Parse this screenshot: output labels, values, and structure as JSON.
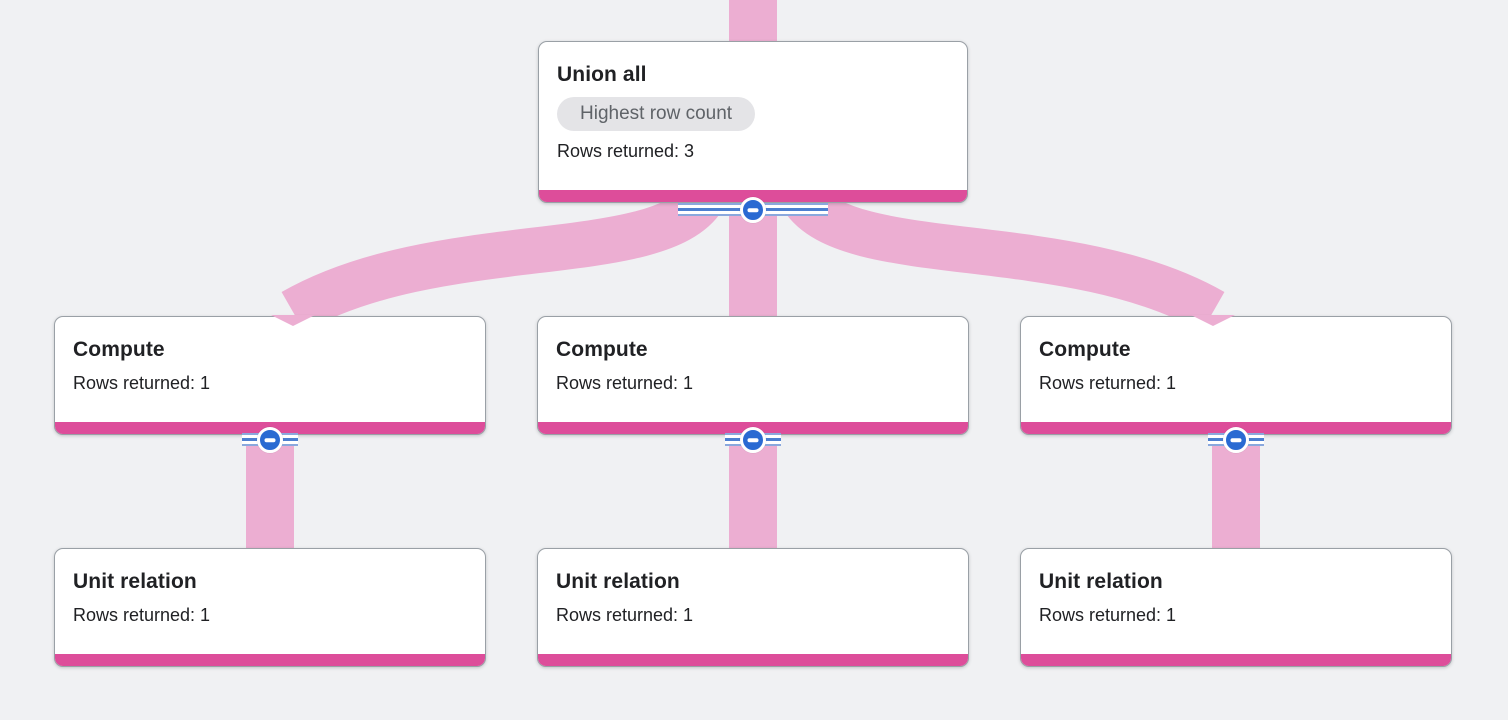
{
  "diagram": {
    "kind": "query-execution-plan-tree",
    "colors": {
      "canvas_bg": "#f0f1f3",
      "edge_pink": "#ecaed2",
      "bar_magenta": "#dd4d9a",
      "button_blue": "#2a6ad2",
      "stripe_blue": "#8aa8dd",
      "stripe_blue_dark": "#4d7fd0",
      "card_border": "#9aa0a6",
      "badge_bg": "#e4e4e7",
      "badge_text": "#5f6368",
      "title_text": "#202124"
    },
    "nodes": [
      {
        "id": "union-all",
        "title": "Union all",
        "badge": "Highest row count",
        "rows": "Rows returned: 3"
      },
      {
        "id": "compute-1",
        "title": "Compute",
        "rows": "Rows returned: 1"
      },
      {
        "id": "compute-2",
        "title": "Compute",
        "rows": "Rows returned: 1"
      },
      {
        "id": "compute-3",
        "title": "Compute",
        "rows": "Rows returned: 1"
      },
      {
        "id": "unit-relation-1",
        "title": "Unit relation",
        "rows": "Rows returned: 1"
      },
      {
        "id": "unit-relation-2",
        "title": "Unit relation",
        "rows": "Rows returned: 1"
      },
      {
        "id": "unit-relation-3",
        "title": "Unit relation",
        "rows": "Rows returned: 1"
      }
    ],
    "edges": [
      {
        "from": "offscreen-parent-above",
        "to": "union-all"
      },
      {
        "from": "union-all",
        "to": "compute-1"
      },
      {
        "from": "union-all",
        "to": "compute-2"
      },
      {
        "from": "union-all",
        "to": "compute-3"
      },
      {
        "from": "compute-1",
        "to": "unit-relation-1"
      },
      {
        "from": "compute-2",
        "to": "unit-relation-2"
      },
      {
        "from": "compute-3",
        "to": "unit-relation-3"
      }
    ],
    "collapse_buttons": [
      {
        "at": "union-all",
        "state": "expanded",
        "symbol": "minus"
      },
      {
        "at": "compute-1",
        "state": "expanded",
        "symbol": "minus"
      },
      {
        "at": "compute-2",
        "state": "expanded",
        "symbol": "minus"
      },
      {
        "at": "compute-3",
        "state": "expanded",
        "symbol": "minus"
      }
    ]
  }
}
